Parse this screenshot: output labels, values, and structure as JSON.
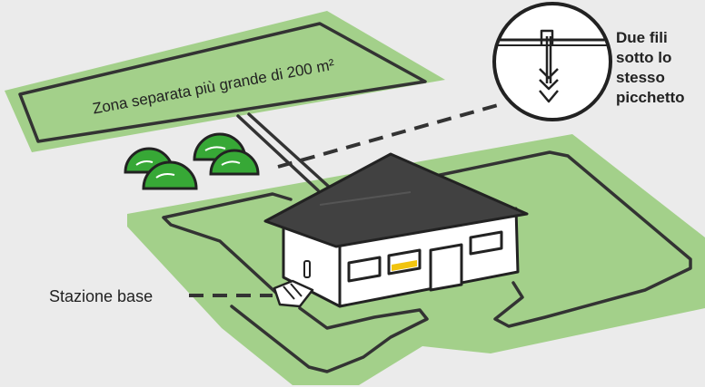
{
  "diagram": {
    "separate_zone_label": "Zona separata più grande di 200 m²",
    "callout_label_lines": [
      "Due fili",
      "sotto lo",
      "stesso",
      "picchetto"
    ],
    "base_station_label": "Stazione base"
  },
  "colors": {
    "background": "#ebebeb",
    "lawn": "#a3d08a",
    "boundary_wire": "#333333",
    "roof": "#414141",
    "house_wall": "#ffffff",
    "outline": "#222222",
    "bush_green": "#37a836",
    "window_highlight": "#f1c40f"
  },
  "icons": [
    "bush-icon",
    "house-icon",
    "base-station-icon",
    "peg-icon"
  ]
}
